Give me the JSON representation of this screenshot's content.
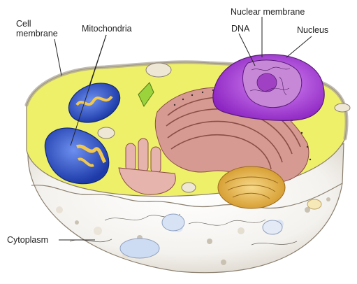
{
  "labels": {
    "cell_membrane": [
      "Cell",
      "membrane"
    ],
    "mitochondria": "Mitochondria",
    "nuclear_membrane": "Nuclear membrane",
    "dna": "DNA",
    "nucleus": "Nucleus",
    "cytoplasm": "Cytoplasm"
  },
  "colors": {
    "cytoplasm_yellow": "#eef06a",
    "mitochondria_blue": "#2f55c8",
    "nucleus_purple": "#a23bd4",
    "er_pink": "#d79a93",
    "golgi_yellow": "#e7b24a",
    "membrane_outline": "#8a7f6e"
  }
}
